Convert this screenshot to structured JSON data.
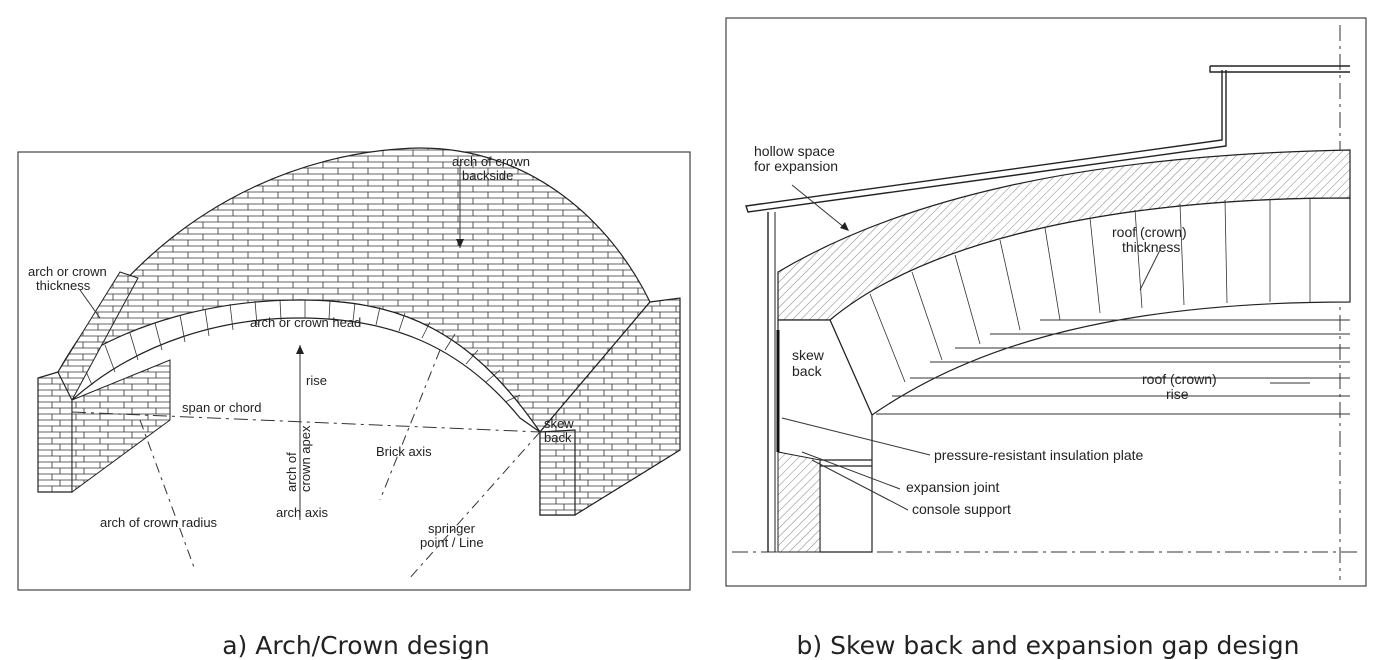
{
  "panel_a": {
    "caption": "a) Arch/Crown design",
    "labels": {
      "backside_1": "arch of crown",
      "backside_2": "backside",
      "thickness_1": "arch or crown",
      "thickness_2": "thickness",
      "head": "arch or crown head",
      "rise": "rise",
      "span": "span or chord",
      "skew_1": "skew",
      "skew_2": "back",
      "apex_1": "arch of",
      "apex_2": "crown apex",
      "brick_axis": "Brick axis",
      "arch_axis": "arch axis",
      "radius": "arch of crown radius",
      "springer_1": "springer",
      "springer_2": "point / Line"
    }
  },
  "panel_b": {
    "caption": "b) Skew back and expansion gap design",
    "labels": {
      "hollow_1": "hollow space",
      "hollow_2": "for expansion",
      "roof_thick_1": "roof (crown)",
      "roof_thick_2": "thickness",
      "roof_rise_1": "roof (crown)",
      "roof_rise_2": "rise",
      "skew_1": "skew",
      "skew_2": "back",
      "plate": "pressure-resistant insulation plate",
      "joint": "expansion joint",
      "console": "console support"
    }
  }
}
